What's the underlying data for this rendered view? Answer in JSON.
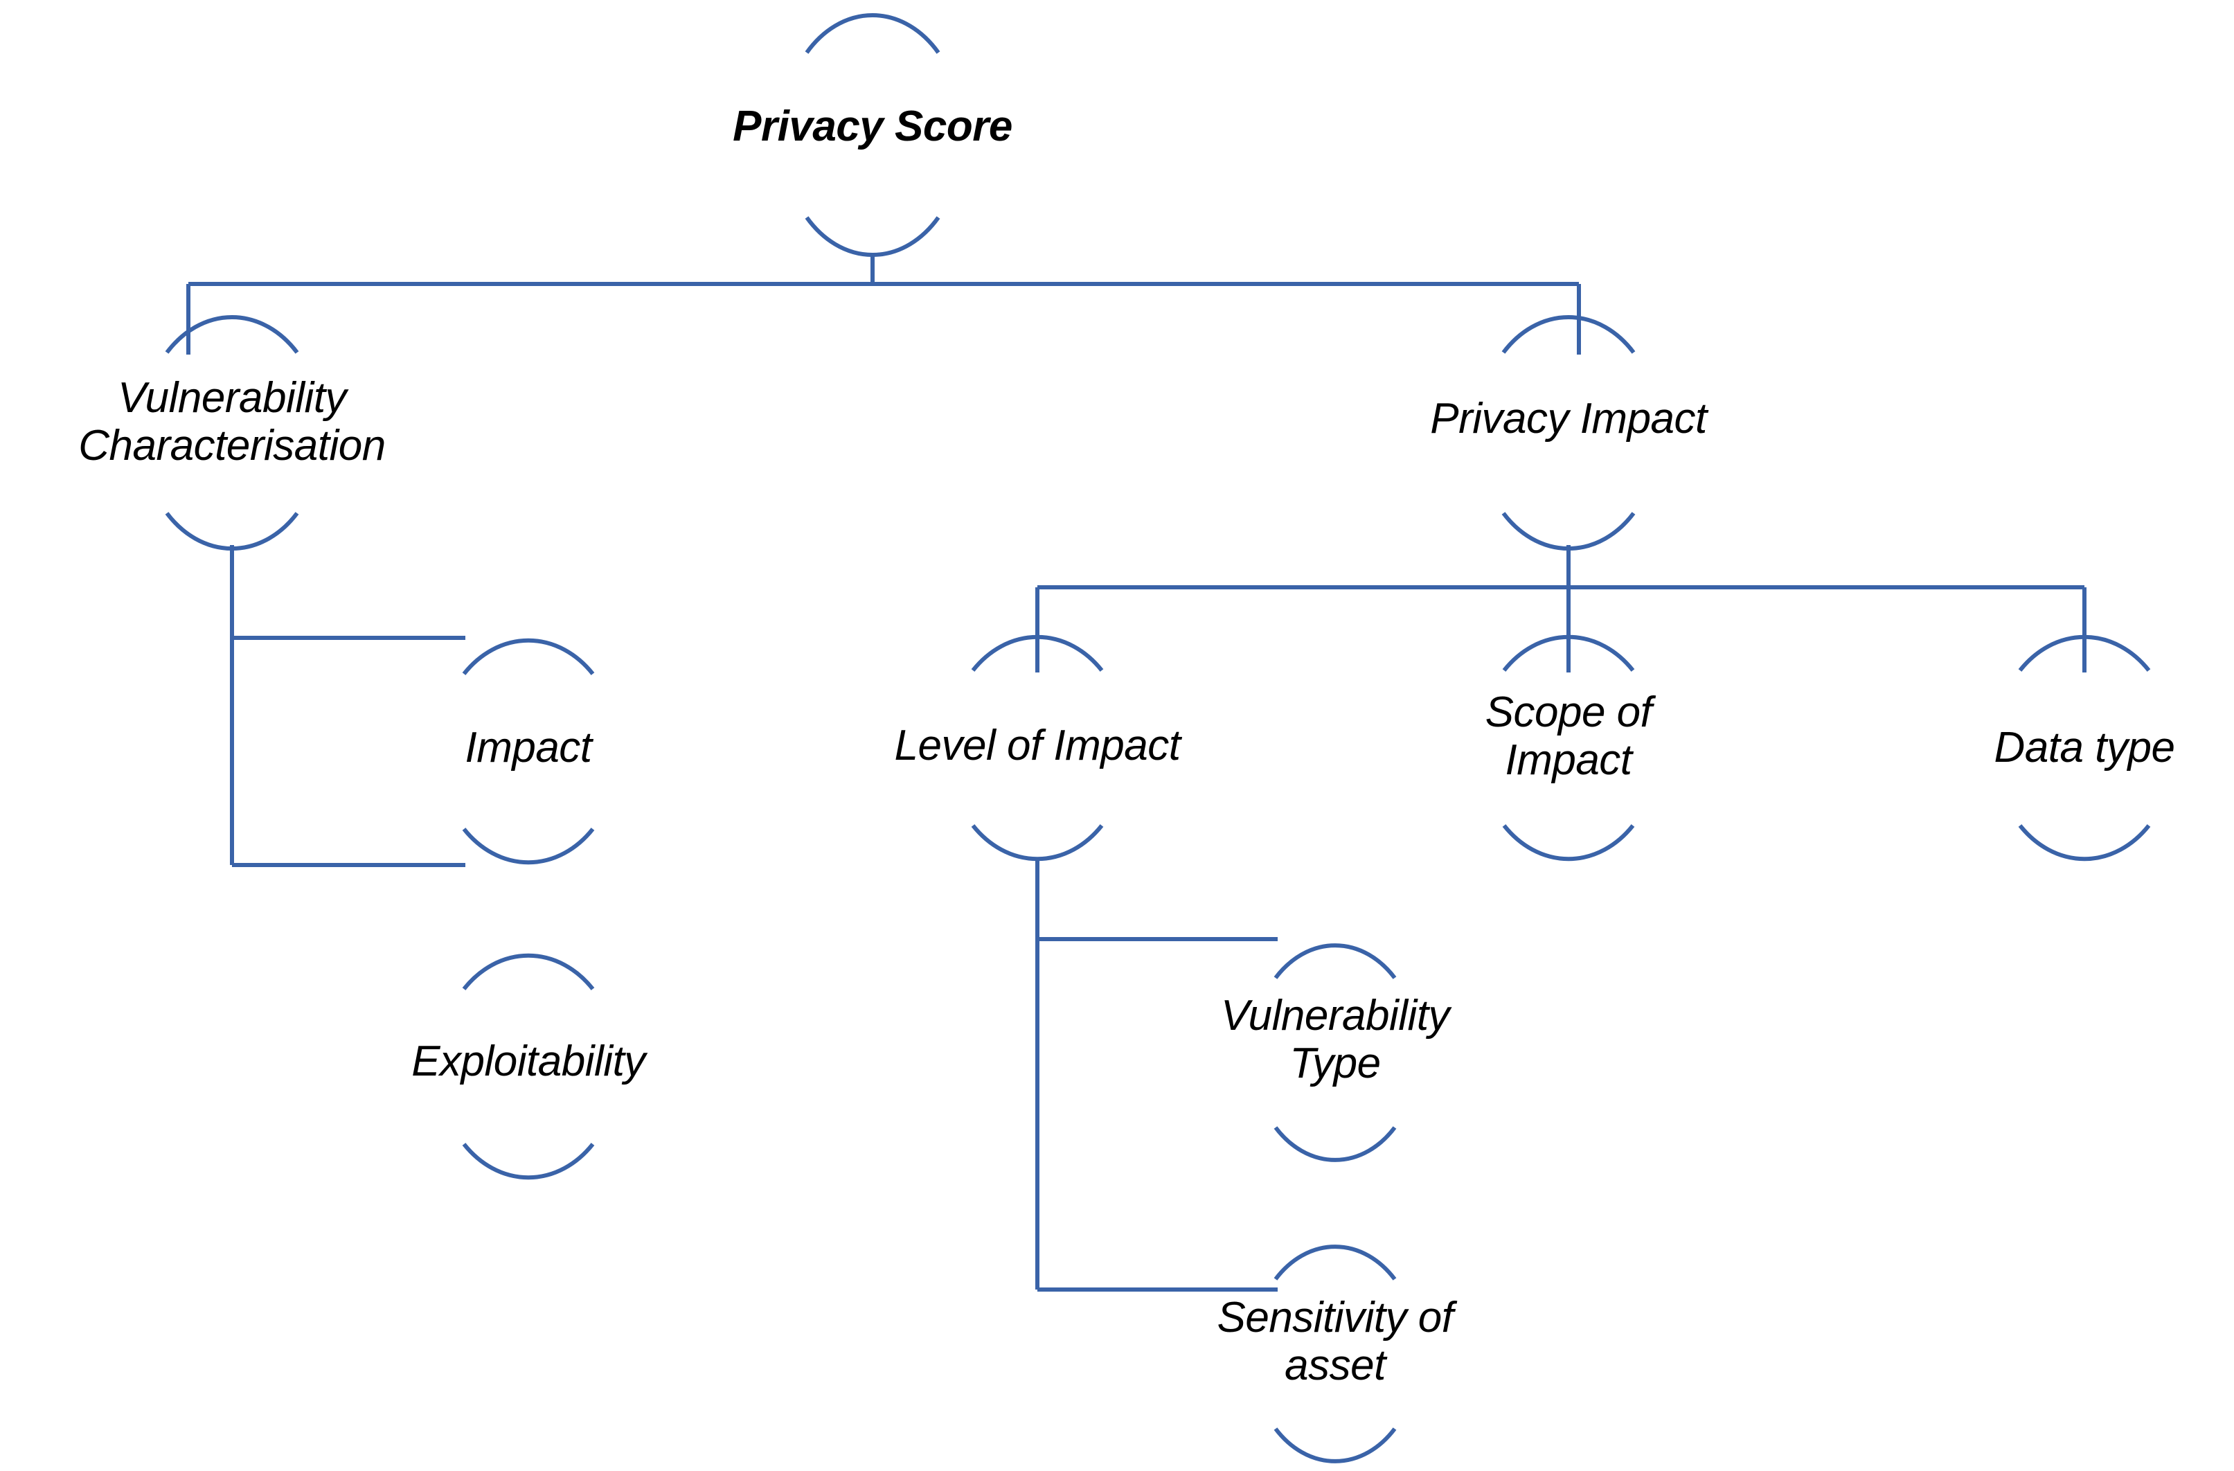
{
  "diagram": {
    "title": "Privacy Score",
    "type": "hierarchy-tree",
    "background_color": "#ffffff",
    "edge_color": "#3A63A8",
    "node_outline_color": "#3A63A8",
    "text_color": "#000000",
    "node_shape": "ellipse-open-sides"
  },
  "nodes": {
    "privacy_score": {
      "label": "Privacy Score",
      "level": 0,
      "style": "bold-italic"
    },
    "vulnerability_characterisation": {
      "label": "Vulnerability\nCharacterisation",
      "level": 1,
      "style": "italic"
    },
    "privacy_impact": {
      "label": "Privacy Impact",
      "level": 1,
      "style": "italic"
    },
    "impact": {
      "label": "Impact",
      "level": 2,
      "style": "italic"
    },
    "exploitability": {
      "label": "Exploitability",
      "level": 2,
      "style": "italic"
    },
    "level_of_impact": {
      "label": "Level of Impact",
      "level": 2,
      "style": "italic"
    },
    "scope_of_impact": {
      "label": "Scope of\nImpact",
      "level": 2,
      "style": "italic"
    },
    "data_type": {
      "label": "Data type",
      "level": 2,
      "style": "italic"
    },
    "vulnerability_type": {
      "label": "Vulnerability\nType",
      "level": 3,
      "style": "italic"
    },
    "sensitivity_of_asset": {
      "label": "Sensitivity of\nasset",
      "level": 3,
      "style": "italic"
    }
  },
  "edges": [
    {
      "from": "privacy_score",
      "to": "vulnerability_characterisation"
    },
    {
      "from": "privacy_score",
      "to": "privacy_impact"
    },
    {
      "from": "vulnerability_characterisation",
      "to": "impact"
    },
    {
      "from": "vulnerability_characterisation",
      "to": "exploitability"
    },
    {
      "from": "privacy_impact",
      "to": "level_of_impact"
    },
    {
      "from": "privacy_impact",
      "to": "scope_of_impact"
    },
    {
      "from": "privacy_impact",
      "to": "data_type"
    },
    {
      "from": "level_of_impact",
      "to": "vulnerability_type"
    },
    {
      "from": "level_of_impact",
      "to": "sensitivity_of_asset"
    }
  ]
}
